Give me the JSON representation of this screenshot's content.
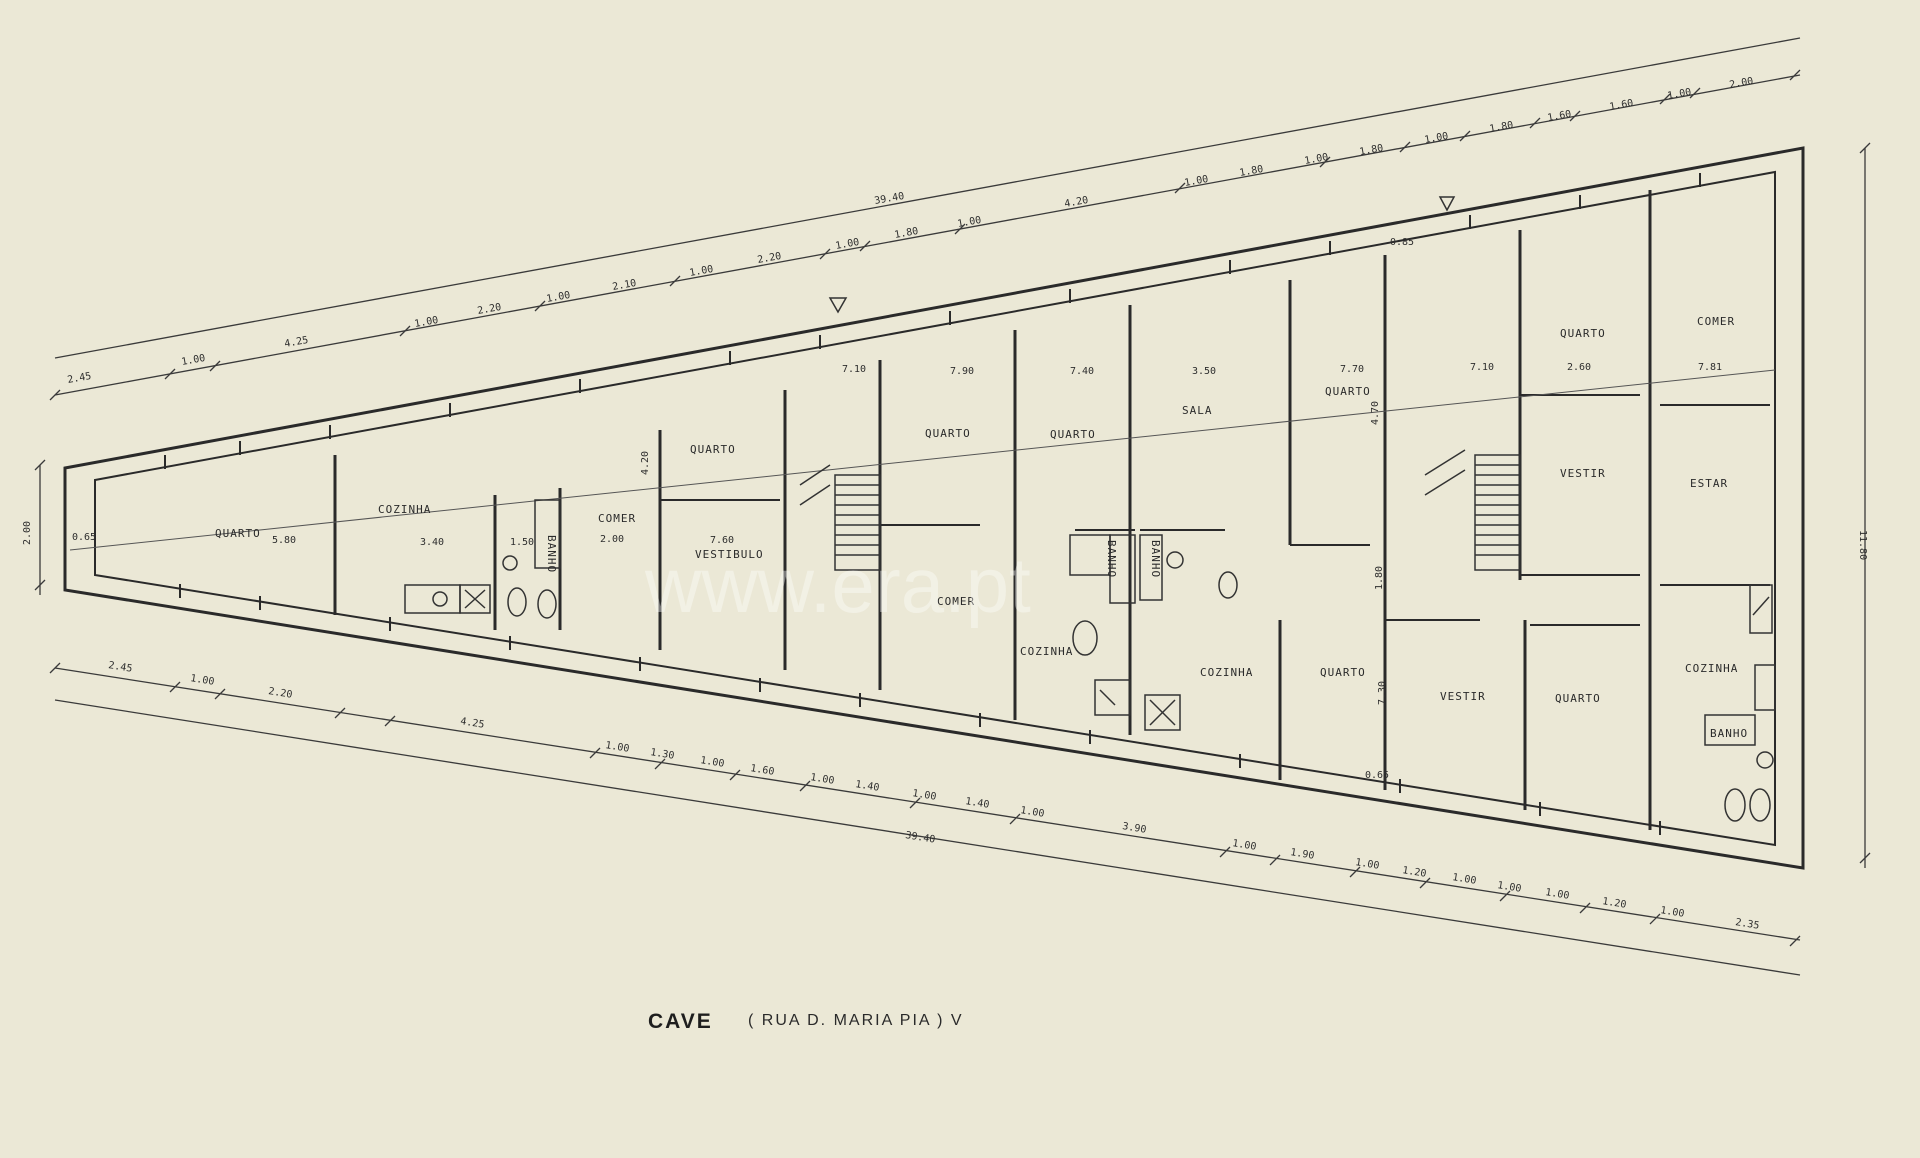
{
  "title": {
    "main": "CAVE",
    "sub": "( RUA   D. MARIA   PIA ) V"
  },
  "watermark": "www.era.pt",
  "rooms": {
    "quarto_1": "QUARTO",
    "cozinha_1": "COZINHA",
    "banho_1": "BANHO",
    "comer_1": "COMER",
    "quarto_2": "QUARTO",
    "vestibulo": "VESTIBULO",
    "quarto_3": "QUARTO",
    "comer_2": "COMER",
    "quarto_4": "QUARTO",
    "cozinha_2": "COZINHA",
    "banho_2": "BANHO",
    "banho_3": "BANHO",
    "sala": "SALA",
    "cozinha_3": "COZINHA",
    "quarto_5": "QUARTO",
    "quarto_6": "QUARTO",
    "vestir_1": "VESTIR",
    "quarto_7": "QUARTO",
    "comer_3": "COMER",
    "vestir_2": "VESTIR",
    "estar": "ESTAR",
    "quarto_8": "QUARTO",
    "cozinha_4": "COZINHA",
    "banho_4": "BANHO"
  },
  "room_dims": {
    "d1": "0.65",
    "d2": "5.80",
    "d3": "3.40",
    "d4": "1.50",
    "d5": "2.00",
    "d6": "7.60",
    "d7": "4.20",
    "d8": "7.10",
    "d9": "7.90",
    "d10": "7.40",
    "d11": "3.50",
    "d12": "7.70",
    "d13": "4.70",
    "d14": "7.10",
    "d15": "2.60",
    "d16": "7.81",
    "d17": "1.80",
    "d18": "7.30",
    "d19": "0.85",
    "d20": "0.65"
  },
  "top_dims": {
    "overall": "39.40",
    "t1": "2.45",
    "t2": "1.00",
    "t3": "4.25",
    "t4": "1.00",
    "t5": "2.20",
    "t6": "1.00",
    "t7": "2.10",
    "t8": "1.00",
    "t9": "2.20",
    "t10": "1.00",
    "t11": "1.80",
    "t12": "1.00",
    "t13": "4.20",
    "t14": "1.00",
    "t15": "1.80",
    "t16": "1.00",
    "t17": "1.80",
    "t18": "1.00",
    "t19": "1.80",
    "t20": "1.60",
    "t21": "1.60",
    "t22": "1.00",
    "t23": "2.00"
  },
  "bottom_dims": {
    "overall": "39.40",
    "b1": "2.45",
    "b2": "1.00",
    "b3": "2.20",
    "b4": "4.25",
    "b5": "1.00",
    "b6": "1.30",
    "b7": "1.00",
    "b8": "1.60",
    "b9": "1.00",
    "b10": "1.40",
    "b11": "1.00",
    "b12": "1.40",
    "b13": "1.00",
    "b14": "3.90",
    "b15": "1.00",
    "b16": "1.90",
    "b17": "1.00",
    "b18": "1.20",
    "b19": "1.00",
    "b20": "1.00",
    "b21": "1.00",
    "b22": "1.20",
    "b23": "1.00",
    "b24": "2.35"
  },
  "side_dims": {
    "left": "2.00",
    "right": "11.80"
  }
}
